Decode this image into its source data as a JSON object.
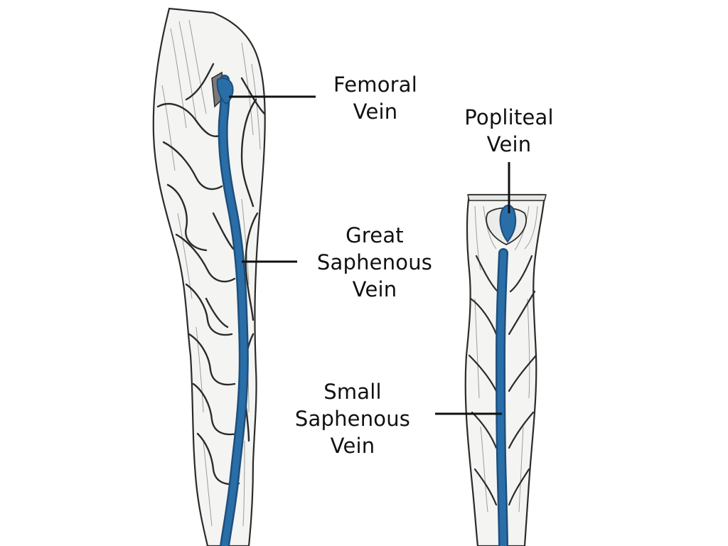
{
  "colors": {
    "background": "#ffffff",
    "vein": "#2a6ea8",
    "vein_dark": "#1d4f7c",
    "ink": "#2b2b2b",
    "skin": "#f4f4f2",
    "leader": "#111111"
  },
  "labels": {
    "femoral": {
      "line1": "Femoral",
      "line2": "Vein"
    },
    "popliteal": {
      "line1": "Popliteal",
      "line2": "Vein"
    },
    "great_saphenous": {
      "line1": "Great",
      "line2": "Saphenous",
      "line3": "Vein"
    },
    "small_saphenous": {
      "line1": "Small",
      "line2": "Saphenous",
      "line3": "Vein"
    }
  }
}
